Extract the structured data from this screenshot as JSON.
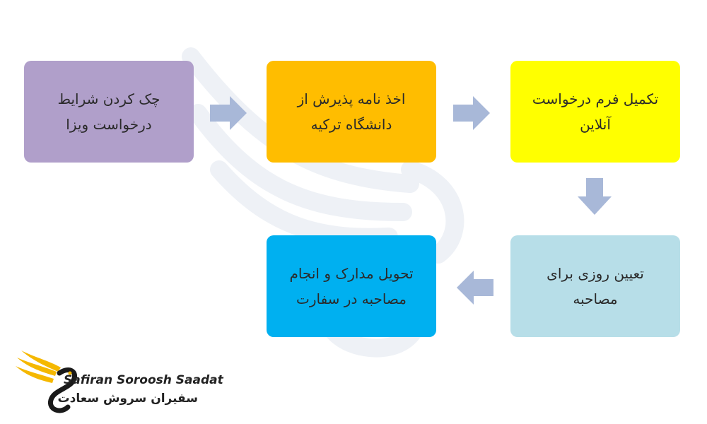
{
  "steps": [
    {
      "label": "چک کردن شرایط\nدرخواست ویزا",
      "color": "#b09fca"
    },
    {
      "label": "اخذ نامه پذیرش از\nدانشگاه ترکیه",
      "color": "#ffbd00"
    },
    {
      "label": "تکمیل فرم درخواست\nآنلاین",
      "color": "#ffff00"
    },
    {
      "label": "تعیین روزی برای\nمصاحبه",
      "color": "#b7dee8"
    },
    {
      "label": "تحویل مدارک و انجام\nمصاحبه در سفارت",
      "color": "#00b0f0"
    }
  ],
  "arrow_color": "#a8b8d8",
  "logo": {
    "name_latin": "Safiran Soroosh Saadat",
    "name_persian": "سفیران سروش سعادت",
    "icon": "phoenix-bird-icon",
    "accent_color": "#f5b800"
  },
  "watermark_icon": "phoenix-bird-watermark"
}
